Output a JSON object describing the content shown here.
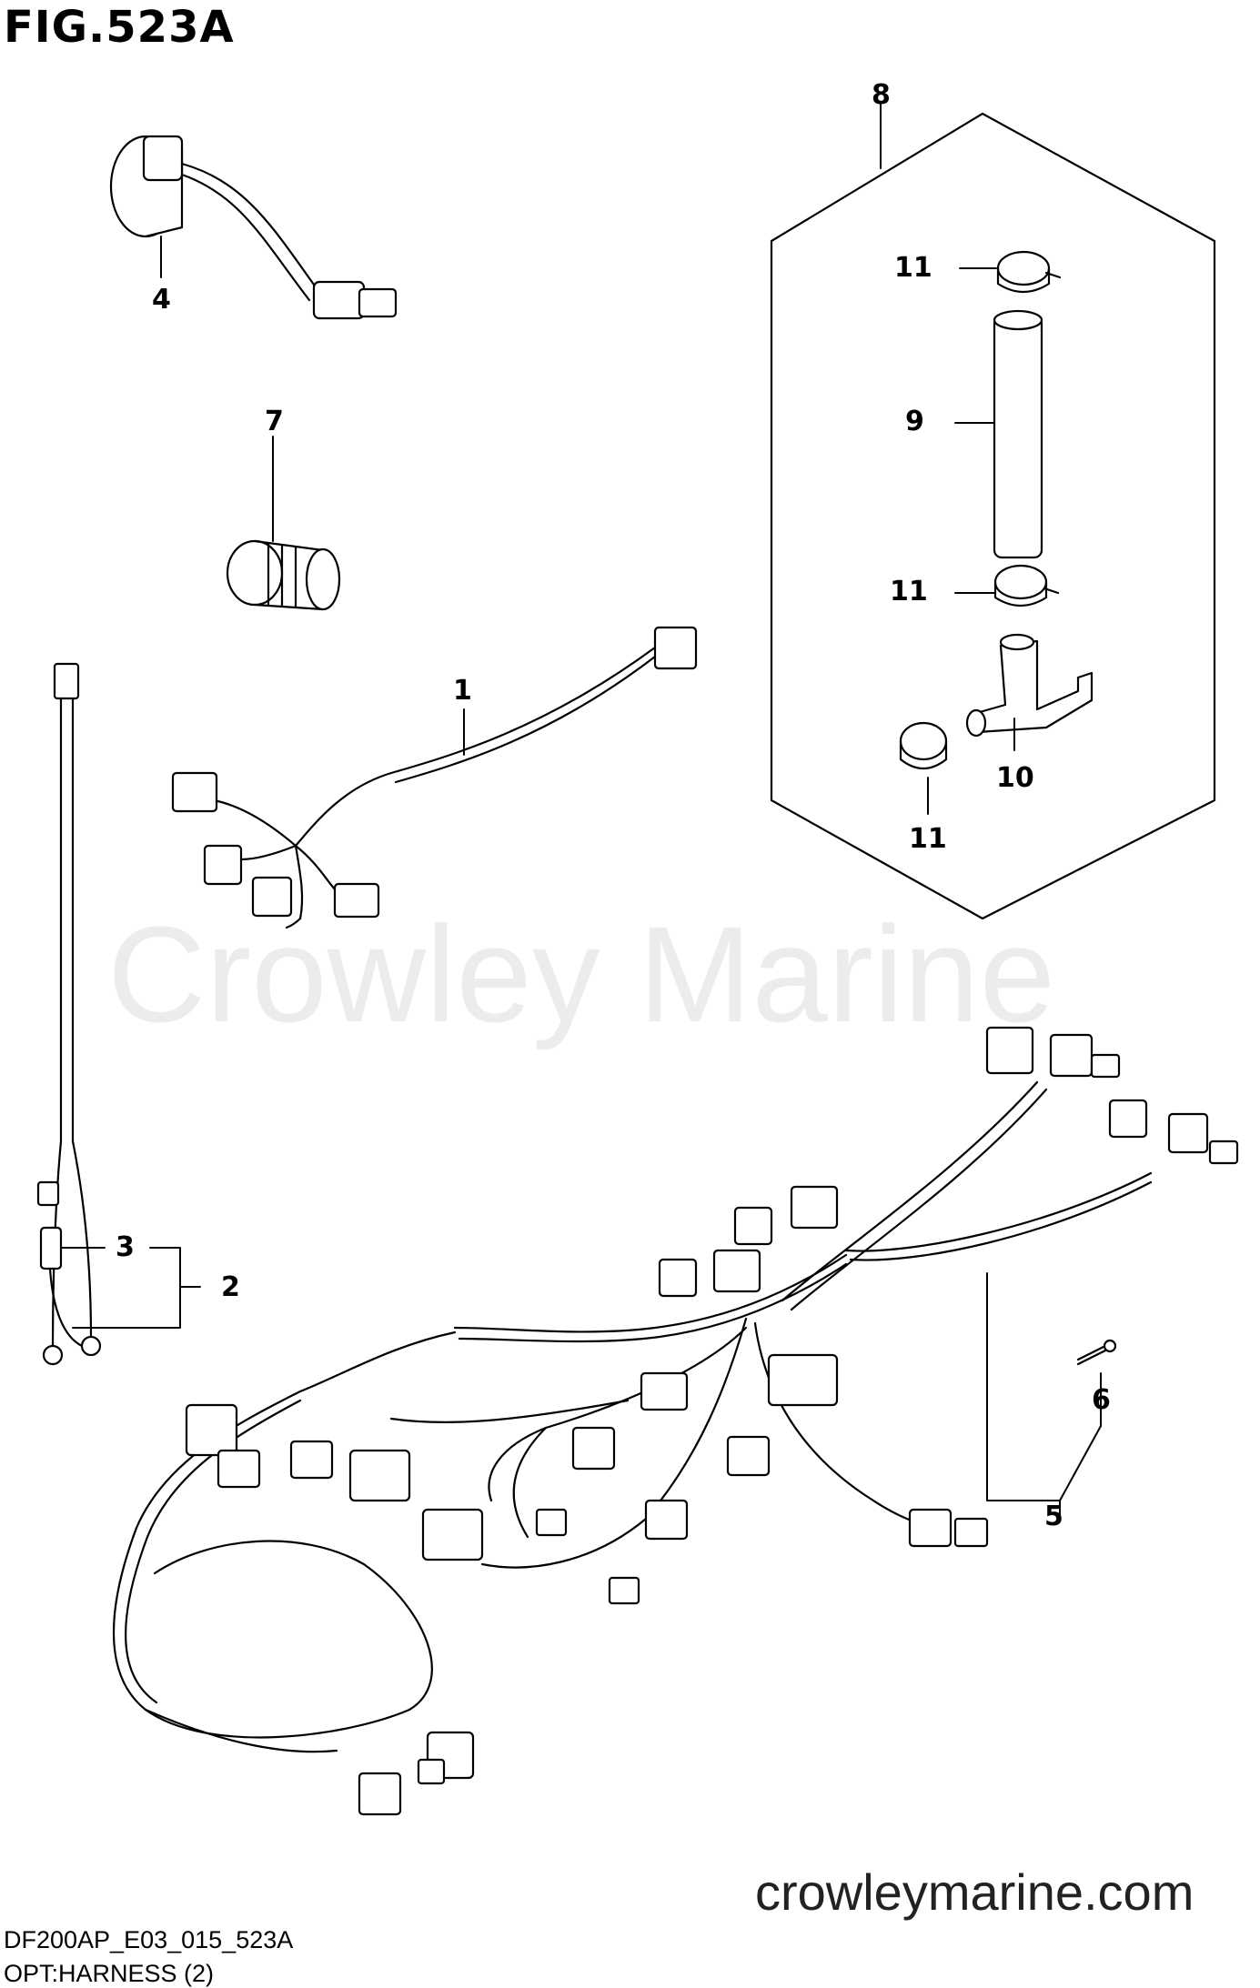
{
  "figure": {
    "title": "FIG.523A",
    "code": "DF200AP_E03_015_523A",
    "subtitle": "OPT:HARNESS (2)",
    "watermark": "Crowley Marine",
    "website": "crowleymarine.com"
  },
  "callouts": [
    {
      "id": "c1",
      "label": "1"
    },
    {
      "id": "c2",
      "label": "2"
    },
    {
      "id": "c3",
      "label": "3"
    },
    {
      "id": "c4",
      "label": "4"
    },
    {
      "id": "c5",
      "label": "5"
    },
    {
      "id": "c6",
      "label": "6"
    },
    {
      "id": "c7",
      "label": "7"
    },
    {
      "id": "c8",
      "label": "8"
    },
    {
      "id": "c9",
      "label": "9"
    },
    {
      "id": "c10",
      "label": "10"
    },
    {
      "id": "c11a",
      "label": "11"
    },
    {
      "id": "c11b",
      "label": "11"
    },
    {
      "id": "c11c",
      "label": "11"
    }
  ],
  "colors": {
    "line": "#000000",
    "watermark": "#ececec"
  }
}
